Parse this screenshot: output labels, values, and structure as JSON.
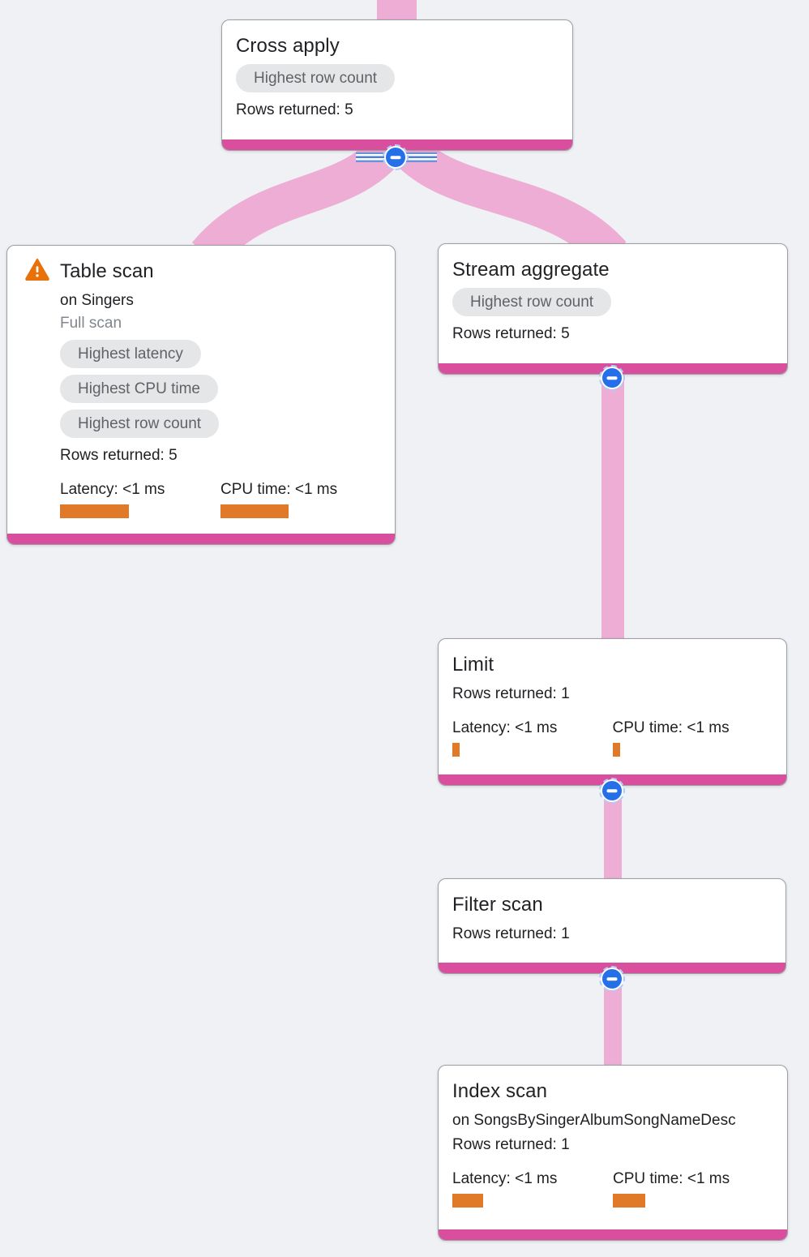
{
  "view": {
    "kind": "query-execution-plan-graph",
    "colors": {
      "background": "#f0f1f4",
      "card_border": "#9aa0a6",
      "accent_bar_pink": "#d94f9e",
      "edge_pink": "#edadd5",
      "metric_bar_orange": "#e07a28",
      "badge_bg": "#e5e6e8",
      "badge_text": "#5f6368",
      "collapse_button_blue": "#2570e8",
      "warning_orange": "#e8710a"
    }
  },
  "icons": {
    "warning": "warning-icon",
    "collapse": "minus-icon"
  },
  "nodes": [
    {
      "id": "cross-apply",
      "title": "Cross apply",
      "badges": [
        "Highest row count"
      ],
      "rows": "Rows returned: 5"
    },
    {
      "id": "table-scan",
      "title": "Table scan",
      "has_warning": true,
      "subtitle": "on Singers",
      "note": "Full scan",
      "badges": [
        "Highest latency",
        "Highest CPU time",
        "Highest row count"
      ],
      "rows": "Rows returned: 5",
      "metrics": [
        {
          "label": "Latency: <1 ms",
          "bar_style": "width:85px"
        },
        {
          "label": "CPU time: <1 ms",
          "bar_style": "width:84px"
        }
      ]
    },
    {
      "id": "stream-aggregate",
      "title": "Stream aggregate",
      "badges": [
        "Highest row count"
      ],
      "rows": "Rows returned: 5"
    },
    {
      "id": "limit",
      "title": "Limit",
      "rows": "Rows returned: 1",
      "metrics": [
        {
          "label": "Latency: <1 ms",
          "bar_style": "width:9px"
        },
        {
          "label": "CPU time: <1 ms",
          "bar_style": "width:9px"
        }
      ]
    },
    {
      "id": "filter-scan",
      "title": "Filter scan",
      "rows": "Rows returned: 1"
    },
    {
      "id": "index-scan",
      "title": "Index scan",
      "subtitle": "on SongsBySingerAlbumSongNameDesc",
      "rows": "Rows returned: 1",
      "metrics": [
        {
          "label": "Latency: <1 ms",
          "bar_style": "width:38px"
        },
        {
          "label": "CPU time: <1 ms",
          "bar_style": "width:40px"
        }
      ]
    }
  ]
}
